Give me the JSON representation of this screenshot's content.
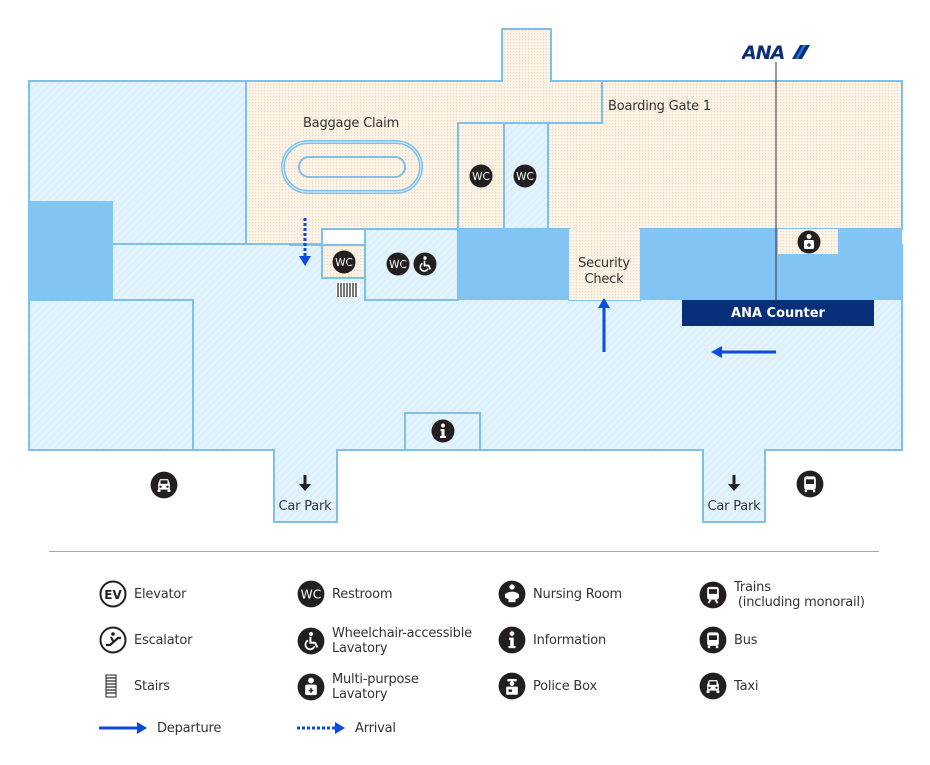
{
  "brand": {
    "logo_text": "ANA",
    "color_navy": "#0a2f7a",
    "color_route": "#0b4bdf"
  },
  "map": {
    "labels": {
      "baggage_claim": "Baggage Claim",
      "boarding_gate": "Boarding Gate 1",
      "security_check_line1": "Security",
      "security_check_line2": "Check",
      "ana_counter": "ANA Counter",
      "car_park_left": "Car Park",
      "car_park_right": "Car Park"
    },
    "icons": {
      "restroom_label": "WC"
    },
    "colors": {
      "public_area": "#e3f3fd",
      "restricted_area": "#fbf1e3",
      "wall": "#7cc0ec",
      "block": "#82c4f3",
      "icon_dark": "#231f20"
    }
  },
  "legend": {
    "items": [
      {
        "key": "elevator",
        "icon": "elevator-icon",
        "label": "Elevator",
        "badge": "EV"
      },
      {
        "key": "escalator",
        "icon": "escalator-icon",
        "label": "Escalator"
      },
      {
        "key": "stairs",
        "icon": "stairs-icon",
        "label": "Stairs"
      },
      {
        "key": "restroom",
        "icon": "restroom-icon",
        "label": "Restroom",
        "badge": "WC"
      },
      {
        "key": "wheelchair",
        "icon": "wheelchair-icon",
        "label_line1": "Wheelchair-accessible",
        "label_line2": "Lavatory"
      },
      {
        "key": "multipurpose",
        "icon": "multipurpose-lavatory-icon",
        "label_line1": "Multi-purpose",
        "label_line2": "Lavatory"
      },
      {
        "key": "nursing",
        "icon": "nursing-room-icon",
        "label": "Nursing Room"
      },
      {
        "key": "information",
        "icon": "information-icon",
        "label": "Information"
      },
      {
        "key": "police",
        "icon": "police-box-icon",
        "label": "Police Box"
      },
      {
        "key": "trains",
        "icon": "train-icon",
        "label_line1": "Trains",
        "label_line2": " (including monorail)"
      },
      {
        "key": "bus",
        "icon": "bus-icon",
        "label": "Bus"
      },
      {
        "key": "taxi",
        "icon": "taxi-icon",
        "label": "Taxi"
      }
    ],
    "departure": "Departure",
    "arrival": "Arrival"
  }
}
